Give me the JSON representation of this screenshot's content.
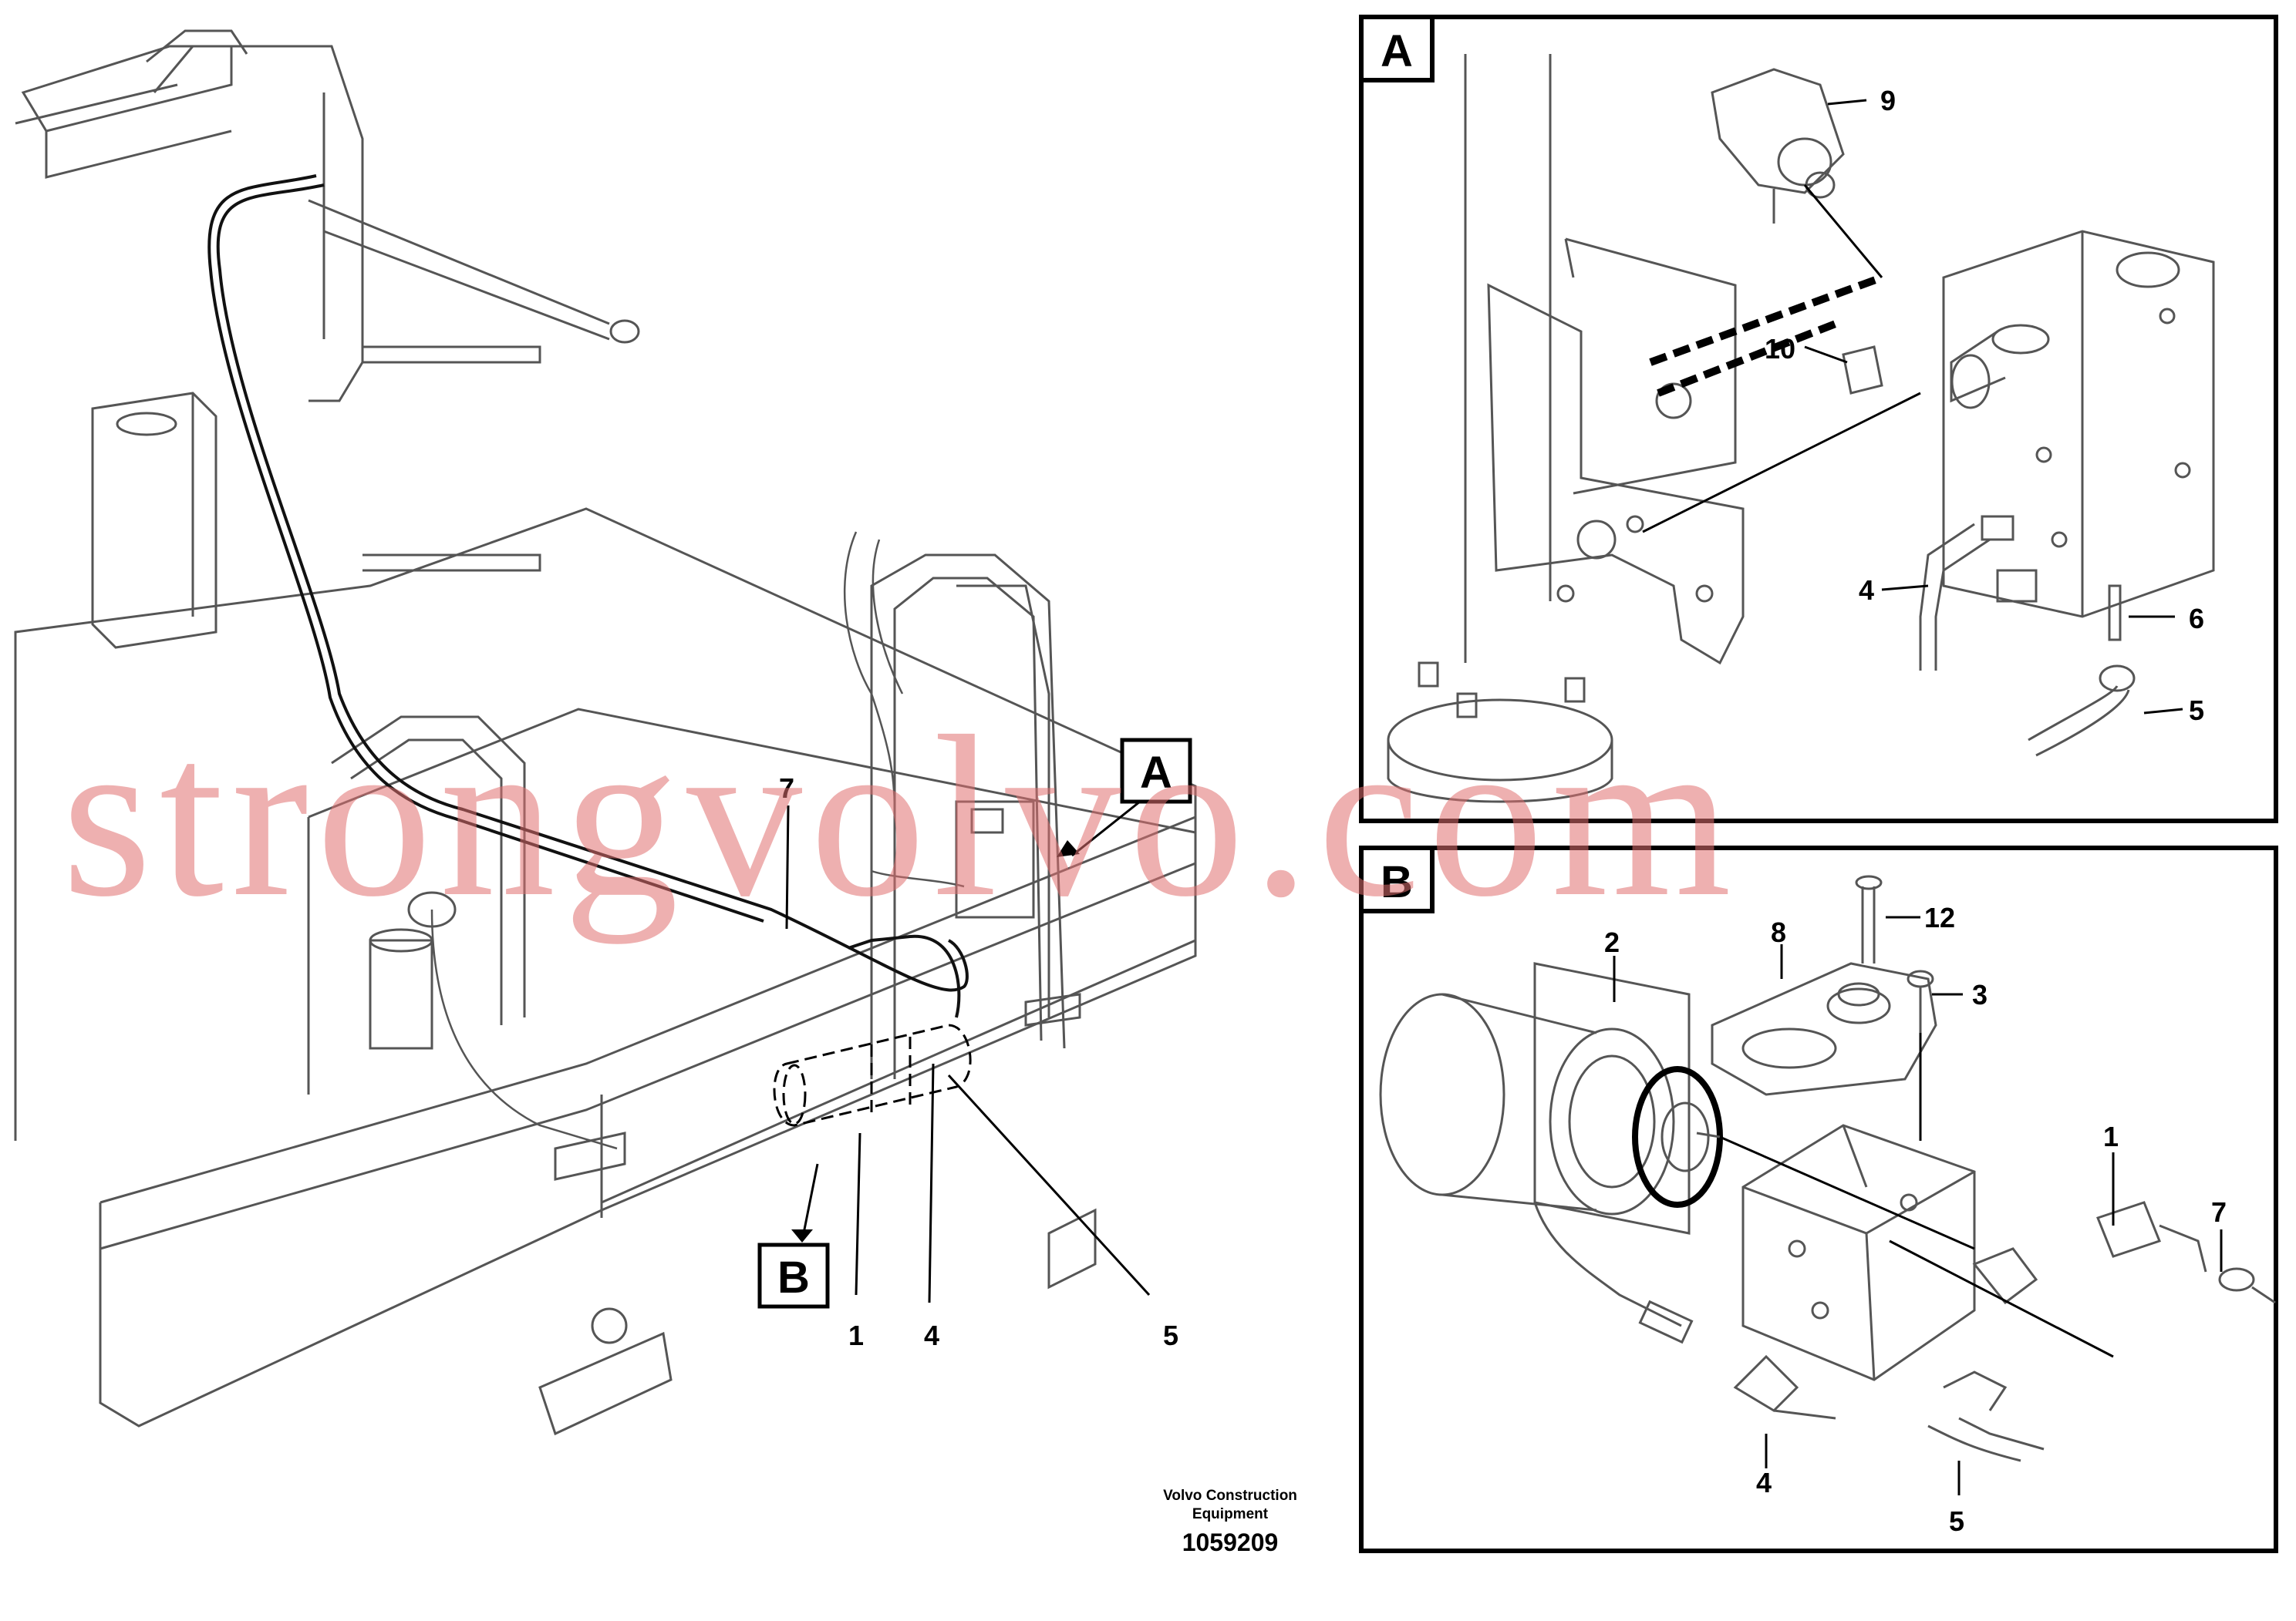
{
  "callouts": {
    "overview": [
      "7",
      "1",
      "4",
      "5"
    ],
    "detail_a": [
      "9",
      "10",
      "4",
      "6",
      "5"
    ],
    "detail_b": [
      "2",
      "8",
      "12",
      "3",
      "1",
      "7",
      "4",
      "5"
    ]
  },
  "detail_letters": {
    "a": "A",
    "b": "B"
  },
  "caption": {
    "line1": "Volvo Construction",
    "line2": "Equipment",
    "number": "1059209"
  },
  "watermark": "strongvolvo.com"
}
